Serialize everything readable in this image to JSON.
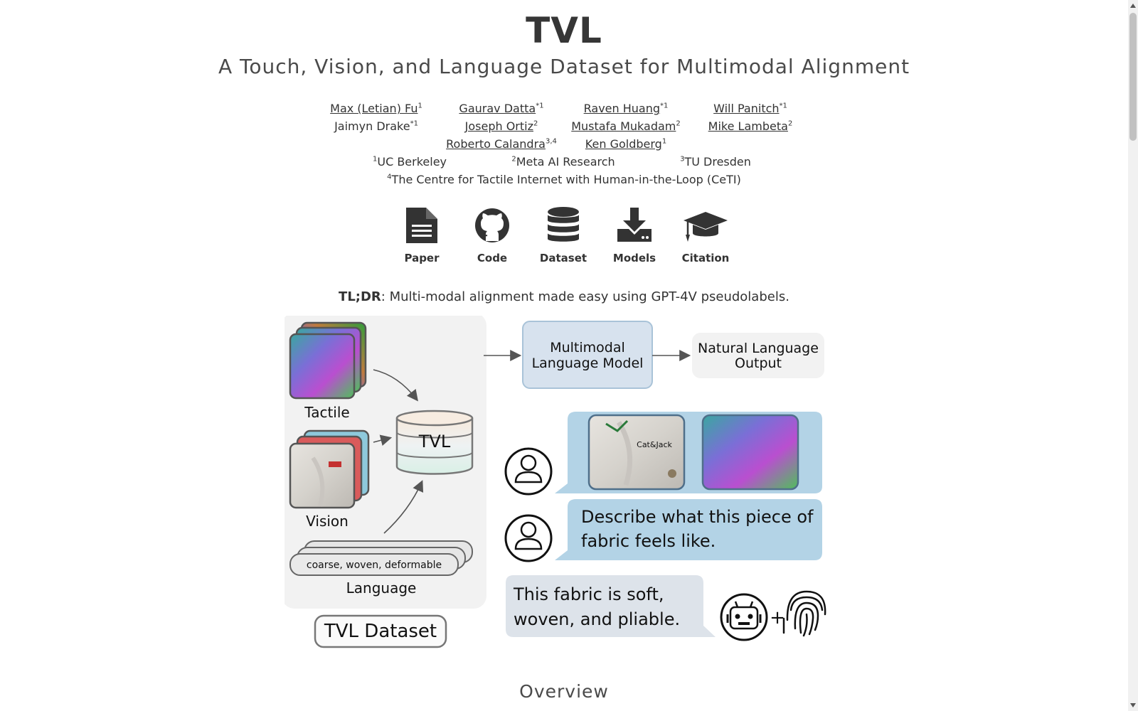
{
  "header": {
    "title": "TVL",
    "subtitle": "A Touch, Vision, and Language Dataset for Multimodal Alignment"
  },
  "authors": [
    {
      "name": "Max (Letian) Fu",
      "sup": "1"
    },
    {
      "name": "Gaurav Datta",
      "sup": "*1"
    },
    {
      "name": "Raven Huang",
      "sup": "*1"
    },
    {
      "name": "Will Panitch",
      "sup": "*1"
    },
    {
      "name": "Jaimyn Drake",
      "sup": "*1"
    },
    {
      "name": "Joseph Ortiz",
      "sup": "2"
    },
    {
      "name": "Mustafa Mukadam",
      "sup": "2"
    },
    {
      "name": "Mike Lambeta",
      "sup": "2"
    },
    {
      "name": "Roberto Calandra",
      "sup": "3,4"
    },
    {
      "name": "Ken Goldberg",
      "sup": "1"
    }
  ],
  "affiliations": [
    {
      "sup": "1",
      "name": "UC Berkeley"
    },
    {
      "sup": "2",
      "name": "Meta AI Research"
    },
    {
      "sup": "3",
      "name": "TU Dresden"
    },
    {
      "sup": "4",
      "name": "The Centre for Tactile Internet with Human-in-the-Loop (CeTI)"
    }
  ],
  "links": [
    {
      "label": "Paper",
      "icon": "file-icon"
    },
    {
      "label": "Code",
      "icon": "github-icon"
    },
    {
      "label": "Dataset",
      "icon": "database-icon"
    },
    {
      "label": "Models",
      "icon": "download-icon"
    },
    {
      "label": "Citation",
      "icon": "graduation-cap-icon"
    }
  ],
  "tldr": {
    "bold": "TL;DR",
    "text": ": Multi-modal alignment made easy using GPT-4V pseudolabels."
  },
  "figure": {
    "tactile_label": "Tactile",
    "vision_label": "Vision",
    "language_label": "Language",
    "language_text": "coarse, woven, deformable",
    "db_label": "TVL",
    "dataset_label": "TVL Dataset",
    "mllm_line1": "Multimodal",
    "mllm_line2": "Language Model",
    "output_line1": "Natural Language",
    "output_line2": "Output",
    "prompt_line1": "Describe what this piece of",
    "prompt_line2": "fabric feels like.",
    "answer_line1": "This fabric is soft,",
    "answer_line2": "woven, and pliable.",
    "plus": "+",
    "jeans_tag": "Cat&Jack"
  },
  "section": {
    "overview": "Overview"
  },
  "colors": {
    "bubble_blue": "#b3d3e6",
    "mllm_fill": "#d7e2ee",
    "panel_gray": "#f2f2f2",
    "answer_gray": "#dde3ea"
  }
}
